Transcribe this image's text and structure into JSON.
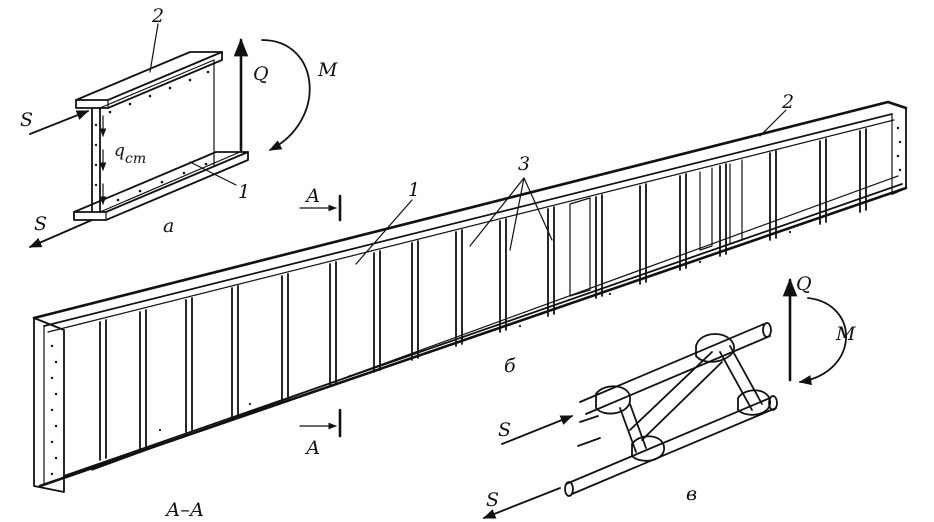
{
  "labels": {
    "fig_a_web": "1",
    "fig_a_flange": "2",
    "fig_a_caption": "а",
    "fig_a_force_s_top": "S",
    "fig_a_force_s_bottom": "S",
    "fig_a_shear": "Q",
    "fig_a_moment": "M",
    "fig_a_q": "q",
    "fig_a_q_sub": "ст",
    "beam_web": "1",
    "beam_flange": "2",
    "beam_stiffeners": "3",
    "beam_caption": "б",
    "section_mark_top": "А",
    "section_mark_bottom": "А",
    "section_caption": "А–А",
    "fig_v_caption": "в",
    "fig_v_force_s_top": "S",
    "fig_v_force_s_bottom": "S",
    "fig_v_shear": "Q",
    "fig_v_moment": "M"
  },
  "colors": {
    "ink": "#111111",
    "paper": "#ffffff"
  }
}
